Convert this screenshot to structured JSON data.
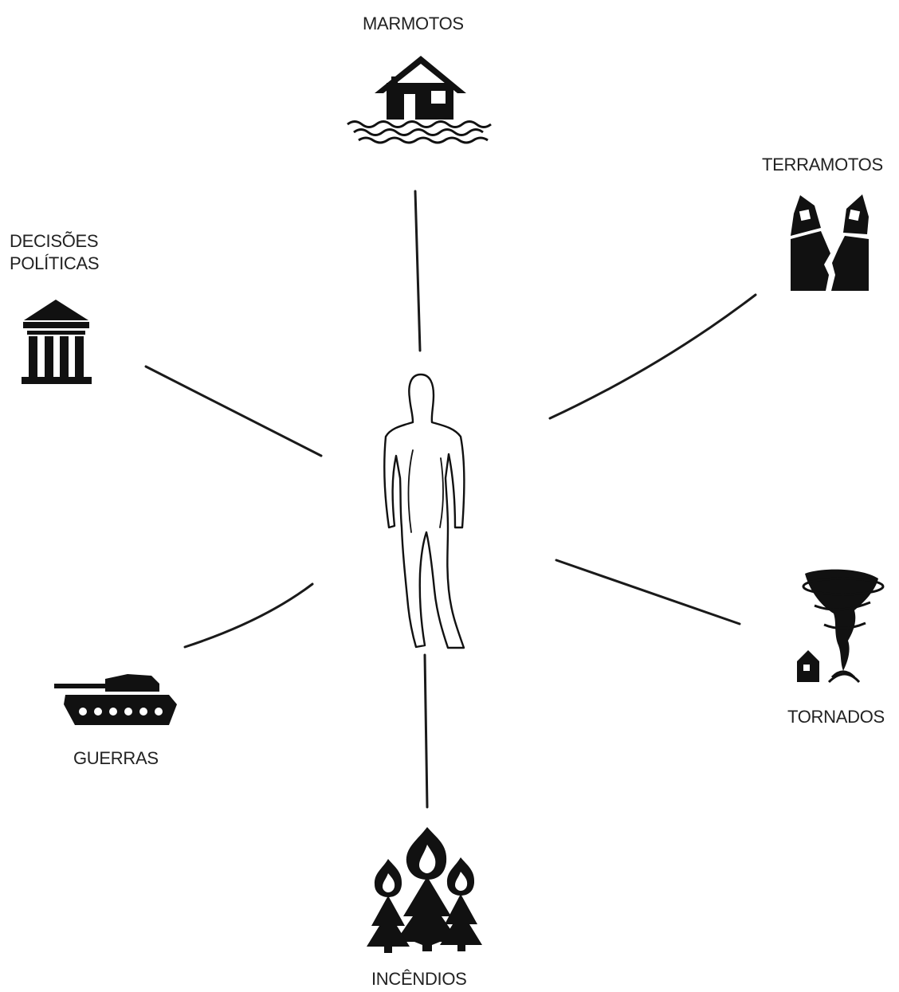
{
  "diagram": {
    "center_figure": "human-silhouette",
    "colors": {
      "ink": "#111111",
      "line": "#1a1a1a",
      "background": "#ffffff"
    },
    "nodes": [
      {
        "id": "floods",
        "label_lines": [
          "MARMOTOS"
        ],
        "icon": "flooded-house-icon"
      },
      {
        "id": "earthquakes",
        "label_lines": [
          "TERRAMOTOS"
        ],
        "icon": "earthquake-icon"
      },
      {
        "id": "political-decisions",
        "label_lines": [
          "DECISÕES",
          "POLÍTICAS"
        ],
        "icon": "government-building-icon"
      },
      {
        "id": "tornadoes",
        "label_lines": [
          "TORNADOS"
        ],
        "icon": "tornado-icon"
      },
      {
        "id": "wars",
        "label_lines": [
          "GUERRAS"
        ],
        "icon": "tank-icon"
      },
      {
        "id": "fires",
        "label_lines": [
          "INCÊNDIOS"
        ],
        "icon": "forest-fire-icon"
      }
    ]
  }
}
